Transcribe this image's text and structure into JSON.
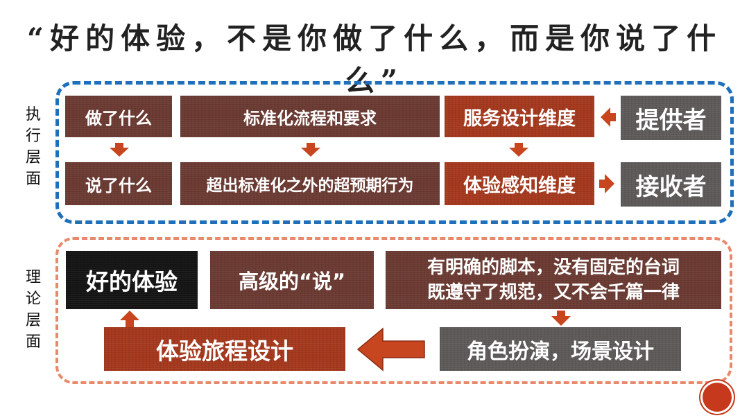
{
  "title": "“好的体验，不是你做了什么，而是你说了什么”",
  "exec": {
    "side_label": "执\n行\n层\n面",
    "did": "做了什么",
    "said": "说了什么",
    "standard": "标准化流程和要求",
    "beyond": "超出标准化之外的超预期行为",
    "service_dim": "服务设计维度",
    "perception_dim": "体验感知维度",
    "provider": "提供者",
    "receiver": "接收者"
  },
  "theory": {
    "side_label": "理\n论\n层\n面",
    "good_exp": "好的体验",
    "advanced_say": "高级的“说”",
    "script": "有明确的脚本，没有固定的台词\n既遵守了规范，又不会千篇一律",
    "roleplay": "角色扮演，场景设计",
    "journey": "体验旅程设计"
  },
  "colors": {
    "brown": "#6b3a32",
    "red": "#a5381d",
    "gray": "#5d5a59",
    "blue_border": "#1f6fba",
    "orange_border": "#e8896b",
    "arrow": "#c8461f"
  }
}
